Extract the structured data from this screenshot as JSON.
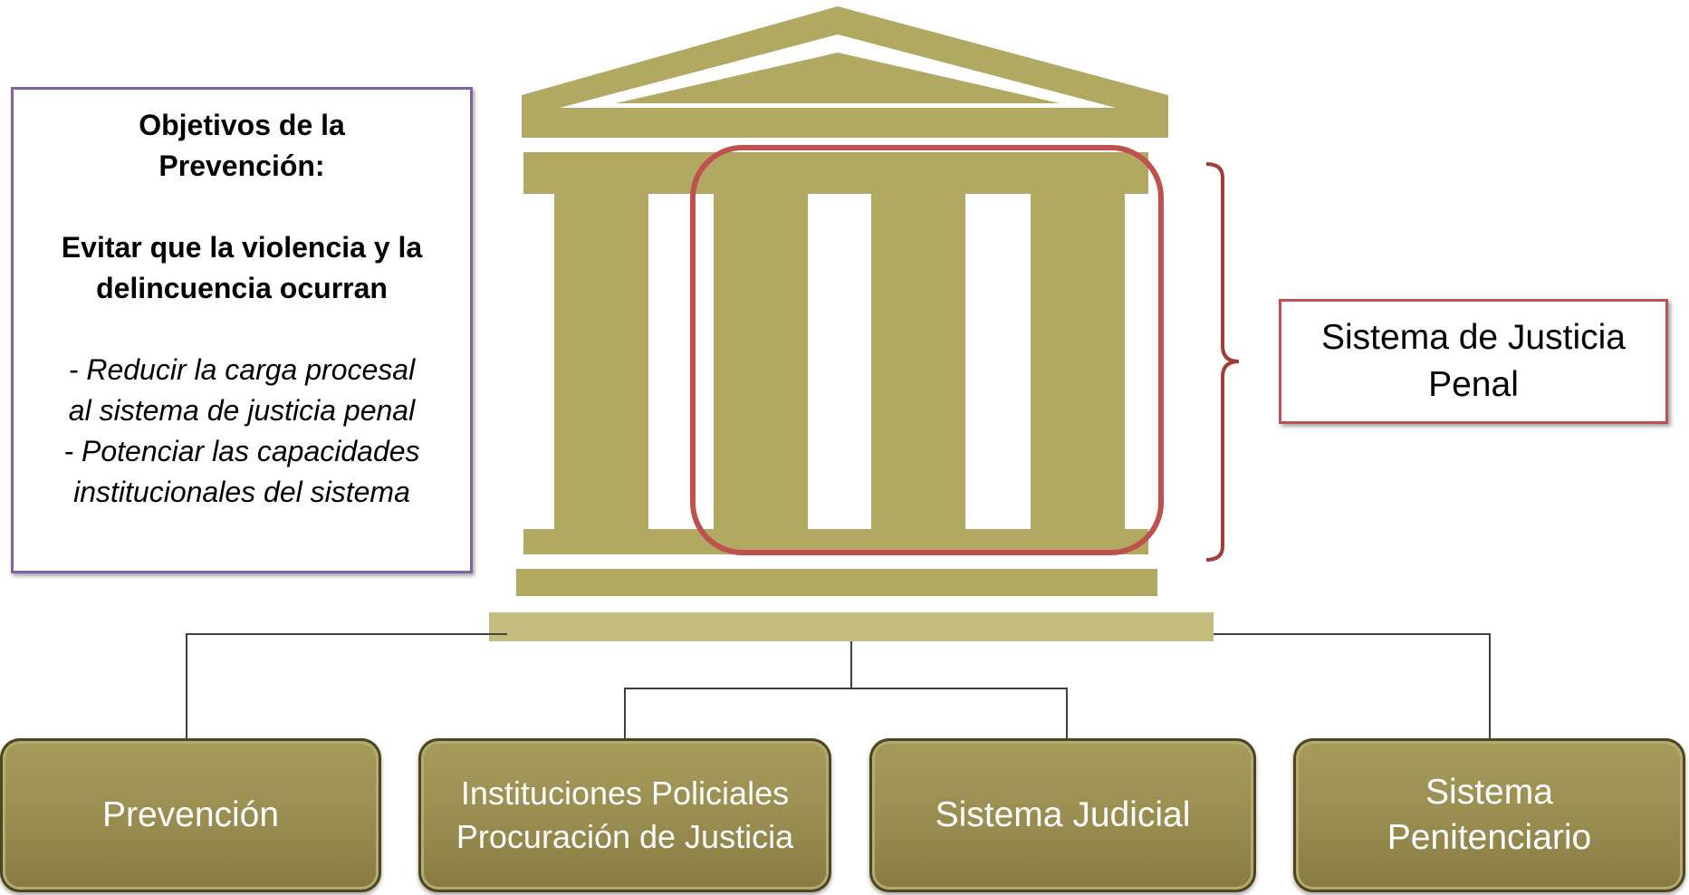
{
  "objectives": {
    "title_line1": "Objetivos de la",
    "title_line2": "Prevención:",
    "goal_line1": "Evitar que la violencia y la",
    "goal_line2": "delincuencia ocurran",
    "item_line1": "- Reducir la carga procesal",
    "item_line2": "al sistema de justicia penal",
    "item_line3": "- Potenciar las capacidades",
    "item_line4": "institucionales del sistema"
  },
  "system_label": {
    "line1": "Sistema de Justicia",
    "line2": "Penal"
  },
  "nodes": [
    {
      "line1": "Prevención",
      "line2": ""
    },
    {
      "line1": "Instituciones Policiales",
      "line2": "Procuración de Justicia"
    },
    {
      "line1": "Sistema Judicial",
      "line2": ""
    },
    {
      "line1": "Sistema",
      "line2": "Penitenciario"
    }
  ],
  "colors": {
    "temple": "#b1a862",
    "node_fill": "#968a4e",
    "objectives_border": "#8062a6",
    "highlight_border": "#c0504d",
    "connector": "#3f3f3f"
  }
}
